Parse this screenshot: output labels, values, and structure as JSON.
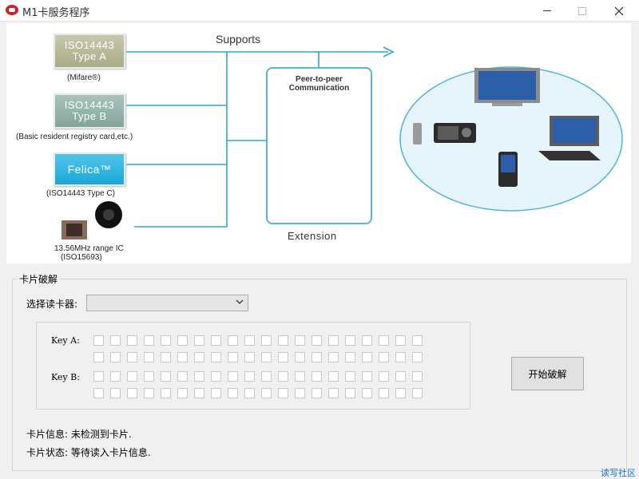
{
  "window": {
    "title": "M1卡服务程序",
    "icon": "card-reader-app-icon",
    "minimize": "minimize-icon",
    "maximize": "maximize-icon",
    "close": "close-icon"
  },
  "banner": {
    "supports_label": "Supports",
    "chip_a_line1": "ISO14443",
    "chip_a_line2": "Type A",
    "chip_a_caption": "(Mifare®)",
    "chip_b_line1": "ISO14443",
    "chip_b_line2": "Type B",
    "chip_b_caption": "(Basic resident registry card,etc.)",
    "chip_f_label": "Felica™",
    "chip_f_caption": "(ISO14443 Type C)",
    "ic_caption_line1": "13.56MHz range IC",
    "ic_caption_line2": "(ISO15693)",
    "p2p_line1": "Peer-to-peer",
    "p2p_line2": "Communication",
    "extension_label": "Extension"
  },
  "crack_group": {
    "legend": "卡片破解",
    "reader_label": "选择读卡器:",
    "reader_value": "",
    "key_a_label": "Key A:",
    "key_b_label": "Key B:",
    "start_button": "开始破解",
    "card_info": "卡片信息: 未检测到卡片.",
    "card_status": "卡片状态: 等待读入卡片信息."
  },
  "corner_text": "读写社区",
  "colors": {
    "line_blue": "#2aa6cf",
    "arrow_orange": "#f07a24",
    "felica_blue": "#1aa6d8"
  }
}
